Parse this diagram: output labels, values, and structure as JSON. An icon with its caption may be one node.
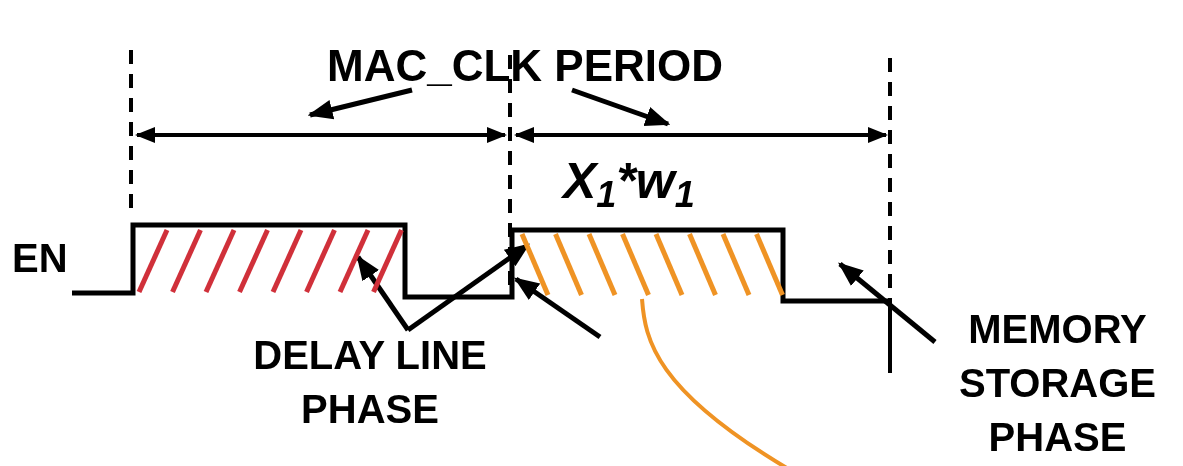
{
  "diagram": {
    "nodes": [
      {
        "text": [
          "MAC_CLK PERIOD"
        ]
      },
      {
        "text": [],
        "shape": "box"
      },
      {
        "text": [],
        "shape": "box"
      },
      {
        "text": [
          "DELAY LINE PHASE"
        ]
      },
      {
        "text": [
          "MEMORY STORAGE PHASE"
        ]
      }
    ],
    "edges": [
      {
        "from": 0,
        "to": null,
        "arrow": "to"
      },
      {
        "from": 0,
        "to": null,
        "arrow": "to"
      },
      {
        "from": 3,
        "to": 1,
        "arrow": "to"
      },
      {
        "from": 3,
        "to": 2,
        "arrow": "to"
      },
      {
        "from": null,
        "to": 2,
        "arrow": "to"
      },
      {
        "from": 4,
        "to": null,
        "arrow": "to"
      },
      {
        "from": 2,
        "to": null,
        "arrow": "none",
        "color": "#ef9324"
      }
    ],
    "labels": [
      "EN",
      "X$_{1}$*w$_{1}$"
    ]
  }
}
